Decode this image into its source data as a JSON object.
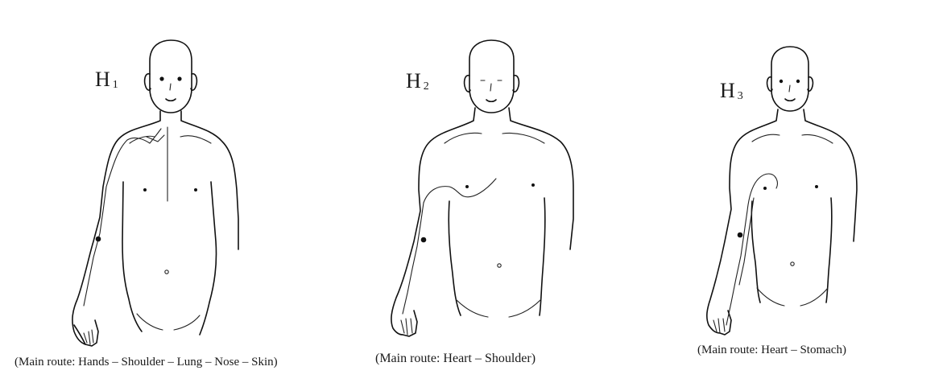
{
  "figures": [
    {
      "label": "H",
      "subscript": "1",
      "caption": "(Main route: Hands – Shoulder – Lung – Nose – Skin)"
    },
    {
      "label": "H",
      "subscript": "2",
      "caption": "(Main route: Heart – Shoulder)"
    },
    {
      "label": "H",
      "subscript": "3",
      "caption": "(Main route: Heart – Stomach)"
    }
  ]
}
